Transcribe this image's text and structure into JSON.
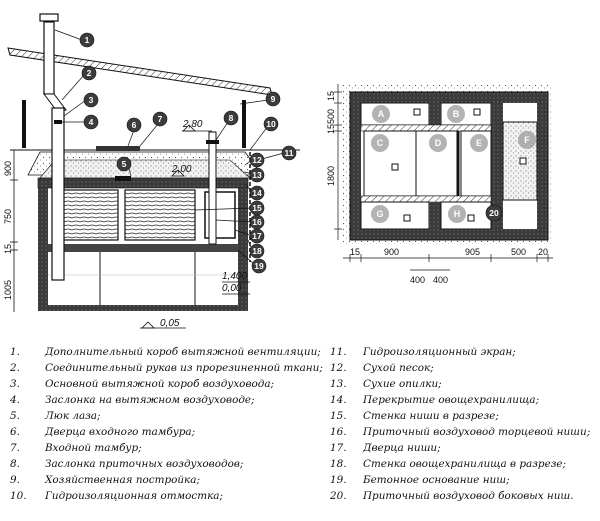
{
  "side_view": {
    "markers": [
      "1",
      "2",
      "3",
      "4",
      "5",
      "6",
      "7",
      "8",
      "9",
      "10",
      "11",
      "12",
      "13",
      "14",
      "15",
      "16",
      "17",
      "18",
      "19"
    ],
    "dimensions": {
      "v_900": "900",
      "v_750": "750",
      "v_15": "15",
      "v_1005": "1005",
      "level_top": "2,80",
      "level_mid": "2,00",
      "level_400": "1,400",
      "level_000": "0,00",
      "level_bottom": "0,05"
    }
  },
  "plan_view": {
    "labels": [
      "A",
      "B",
      "C",
      "D",
      "E",
      "F",
      "G",
      "H"
    ],
    "marker_20": "20",
    "dimensions": {
      "left_15": "15",
      "left_500": "500",
      "left_15b": "15",
      "left_1800": "1800",
      "bottom_15": "15",
      "bottom_900": "900",
      "bottom_905": "905",
      "bottom_500": "500",
      "bottom_20": "20",
      "bottom_400a": "400",
      "bottom_400b": "400"
    }
  },
  "legend": [
    {
      "num": "1.",
      "text": "Дополнительный короб вытяжной вентиляции;"
    },
    {
      "num": "2.",
      "text": "Соединительный рукав из прорезиненной ткани;"
    },
    {
      "num": "3.",
      "text": "Основной вытяжной короб воздуховода;"
    },
    {
      "num": "4.",
      "text": "Заслонка на вытяжном воздуховоде;"
    },
    {
      "num": "5.",
      "text": "Люк лаза;"
    },
    {
      "num": "6.",
      "text": "Дверца входного тамбура;"
    },
    {
      "num": "7.",
      "text": "Входной тамбур;"
    },
    {
      "num": "8.",
      "text": "Заслонка приточных воздуховодов;"
    },
    {
      "num": "9.",
      "text": "Хозяйственная постройка;"
    },
    {
      "num": "10.",
      "text": "Гидроизоляционная отмостка;"
    },
    {
      "num": "11.",
      "text": "Гидроизоляционный экран;"
    },
    {
      "num": "12.",
      "text": "Сухой песок;"
    },
    {
      "num": "13.",
      "text": "Сухие опилки;"
    },
    {
      "num": "14.",
      "text": "Перекрытие овощехранилища;"
    },
    {
      "num": "15.",
      "text": "Стенка ниши в разрезе;"
    },
    {
      "num": "16.",
      "text": "Приточный воздуховод торцевой ниши;"
    },
    {
      "num": "17.",
      "text": "Дверца ниши;"
    },
    {
      "num": "18.",
      "text": "Стенка овощехранилища в разрезе;"
    },
    {
      "num": "19.",
      "text": "Бетонное основание ниш;"
    },
    {
      "num": "20.",
      "text": "Приточный воздуховод боковых ниш."
    }
  ]
}
